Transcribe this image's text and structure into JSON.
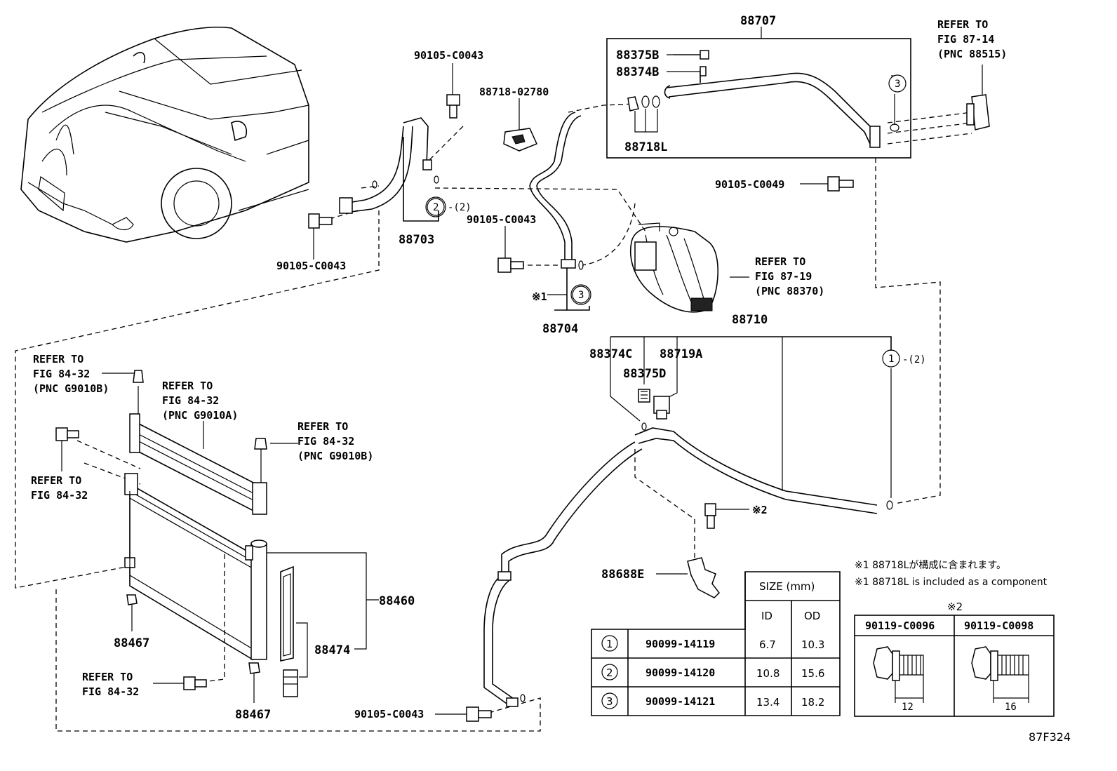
{
  "part_labels": {
    "p88707": "88707",
    "p88375B": "88375B",
    "p88374B": "88374B",
    "p88718L": "88718L",
    "p88718_02780": "88718-02780",
    "p90105_C0043_top": "90105-C0043",
    "p90105_C0043_left": "90105-C0043",
    "p90105_C0043_mid": "90105-C0043",
    "p90105_C0043_bottom": "90105-C0043",
    "p90105_C0049": "90105-C0049",
    "p88703": "88703",
    "p88704": "88704",
    "p88710": "88710",
    "p88374C": "88374C",
    "p88719A": "88719A",
    "p88375D": "88375D",
    "p88688E": "88688E",
    "p88460": "88460",
    "p88474": "88474",
    "p88467_upper": "88467",
    "p88467_lower": "88467",
    "note1_marker": "※1",
    "note2_marker": "※2",
    "circle_2_qty": "-(2)",
    "circle_1_qty": "-(2)"
  },
  "circle_refs": {
    "c1": "1",
    "c2": "2",
    "c3_left": "3",
    "c3_right": "3"
  },
  "references": {
    "r_87_14": [
      "REFER TO",
      "FIG 87-14",
      "(PNC 88515)"
    ],
    "r_87_19": [
      "REFER TO",
      "FIG 87-19",
      "(PNC 88370)"
    ],
    "r_84_32_g9010b_top": [
      "REFER TO",
      "FIG 84-32",
      "(PNC G9010B)"
    ],
    "r_84_32_g9010a": [
      "REFER TO",
      "FIG 84-32",
      "(PNC G9010A)"
    ],
    "r_84_32_g9010b_right": [
      "REFER TO",
      "FIG 84-32",
      "(PNC G9010B)"
    ],
    "r_84_32_left": [
      "REFER TO",
      "FIG 84-32"
    ],
    "r_84_32_bottom": [
      "REFER TO",
      "FIG 84-32"
    ]
  },
  "notes": {
    "jp": "※1 88718Lが構成に含まれます。",
    "en": "※1 88718L is included as a component"
  },
  "size_table": {
    "header": "SIZE (mm)",
    "col_id": "ID",
    "col_od": "OD",
    "rows": [
      {
        "ref": "1",
        "part": "90099-14119",
        "id": "6.7",
        "od": "10.3"
      },
      {
        "ref": "2",
        "part": "90099-14120",
        "id": "10.8",
        "od": "15.6"
      },
      {
        "ref": "3",
        "part": "90099-14121",
        "id": "13.4",
        "od": "18.2"
      }
    ]
  },
  "bolt_table": {
    "marker": "※2",
    "col_a": "90119-C0096",
    "col_b": "90119-C0098",
    "len_a": "12",
    "len_b": "16"
  },
  "figure_code": "87F324"
}
